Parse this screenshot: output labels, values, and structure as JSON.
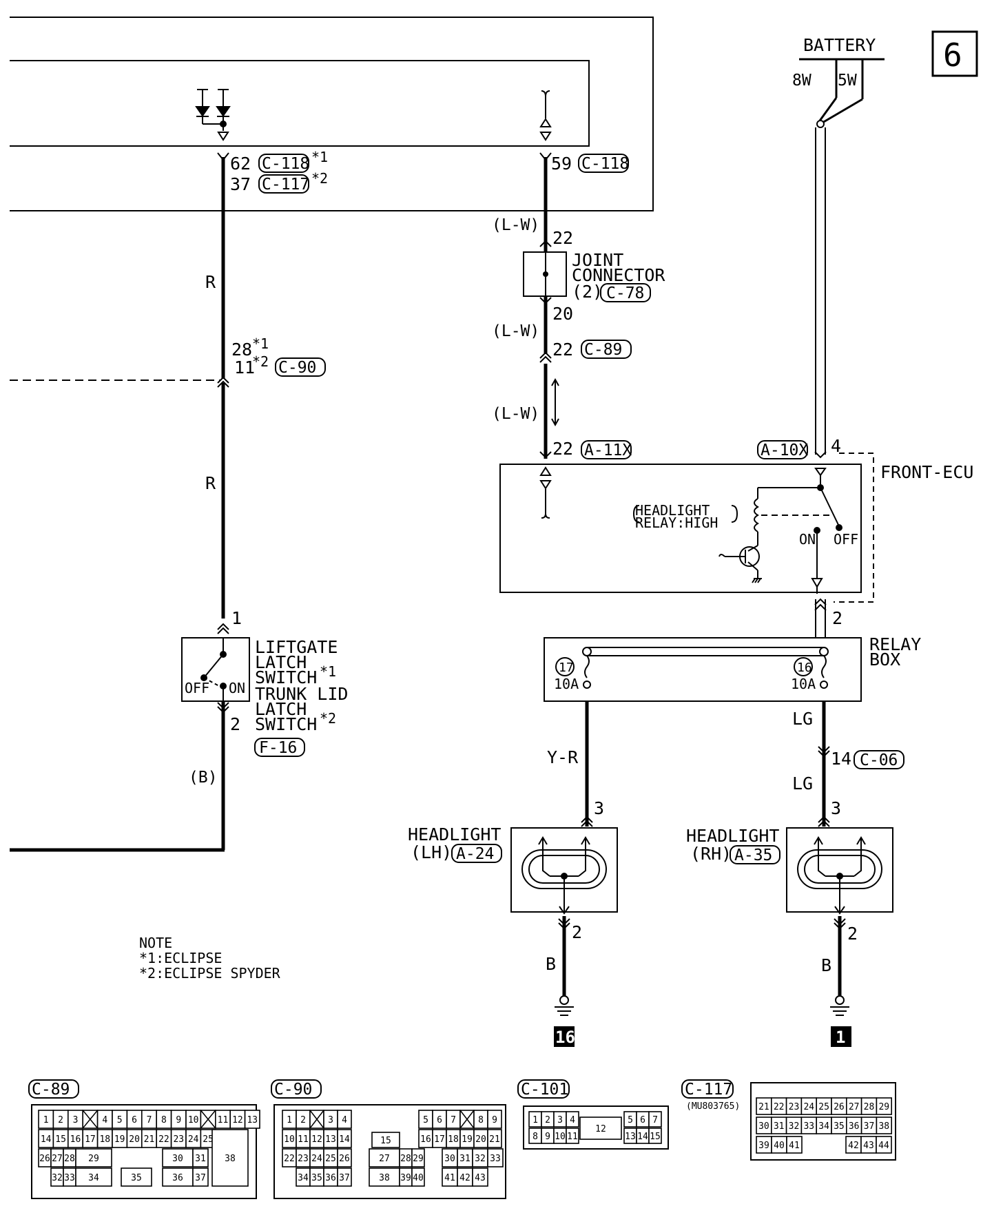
{
  "page_number": "6",
  "battery": {
    "label": "BATTERY",
    "fuse_left": "8W",
    "fuse_right": "5W"
  },
  "ecu_top": {
    "pin_a": "62",
    "conn_a": "C-118",
    "note_a": "*1",
    "pin_b": "37",
    "conn_b": "C-117",
    "note_b": "*2",
    "pin_c": "59",
    "conn_c": "C-118"
  },
  "wires": {
    "r": "R",
    "lw": "(L-W)",
    "b_paren": "(B)",
    "yr": "Y-R",
    "lg": "LG",
    "b": "B"
  },
  "joint_connector": {
    "line1": "JOINT",
    "line2": "CONNECTOR",
    "line3": "(2)",
    "conn": "C-78",
    "pin_in": "22",
    "pin_out": "20"
  },
  "c89": {
    "pin": "22",
    "conn": "C-89"
  },
  "c90": {
    "pin1": "28",
    "note1": "*1",
    "pin2": "11",
    "note2": "*2",
    "conn": "C-90"
  },
  "a11x": {
    "pin": "22",
    "conn": "A-11X"
  },
  "front_ecu": {
    "label": "FRONT-ECU",
    "conn": "A-10X",
    "pin_in": "4",
    "pin_out": "2",
    "relay_line1": "HEADLIGHT",
    "relay_line2": "RELAY:HIGH",
    "on": "ON",
    "off": "OFF"
  },
  "relay_box": {
    "line1": "RELAY",
    "line2": "BOX",
    "fuse_left_no": "17",
    "fuse_left_amp": "10A",
    "fuse_right_no": "16",
    "fuse_right_amp": "10A"
  },
  "c06": {
    "pin": "14",
    "conn": "C-06"
  },
  "liftgate": {
    "line1": "LIFTGATE",
    "line2": "LATCH",
    "line3": "SWITCH",
    "note1": "*1",
    "line4": "TRUNK LID",
    "line5": "LATCH",
    "line6": "SWITCH",
    "note2": "*2",
    "conn": "F-16",
    "pin_top": "1",
    "pin_bottom": "2",
    "off": "OFF",
    "on": "ON"
  },
  "headlight_lh": {
    "line1": "HEADLIGHT",
    "line2": "(LH)",
    "conn": "A-24",
    "pin_top": "3",
    "pin_bottom": "2",
    "ground": "16"
  },
  "headlight_rh": {
    "line1": "HEADLIGHT",
    "line2": "(RH)",
    "conn": "A-35",
    "pin_top": "3",
    "pin_bottom": "2",
    "ground": "1"
  },
  "note": {
    "title": "NOTE",
    "n1": "*1:ECLIPSE",
    "n2": "*2:ECLIPSE SPYDER"
  },
  "connector_views": {
    "c89": {
      "label": "C-89",
      "row1": [
        "1",
        "2",
        "3",
        "",
        "4",
        "5",
        "6",
        "7",
        "8",
        "9",
        "10",
        "",
        "11",
        "12",
        "13"
      ],
      "row2": [
        "14",
        "15",
        "16",
        "17",
        "18",
        "19",
        "20",
        "21",
        "22",
        "23",
        "24",
        "25"
      ],
      "row3": [
        "26",
        "27",
        "28",
        "29",
        "30",
        "31"
      ],
      "row4": [
        "32",
        "33",
        "34",
        "35",
        "36",
        "37"
      ],
      "big": "38"
    },
    "c90": {
      "label": "C-90",
      "row1": [
        "1",
        "2",
        "",
        "3",
        "4",
        "5",
        "6",
        "7",
        "",
        "8",
        "9"
      ],
      "row2": [
        "10",
        "11",
        "12",
        "13",
        "14",
        "15",
        "16",
        "17",
        "18",
        "19",
        "20",
        "21"
      ],
      "row3": [
        "22",
        "23",
        "24",
        "25",
        "26",
        "27",
        "28",
        "29",
        "30",
        "31",
        "32",
        "33"
      ],
      "row4": [
        "34",
        "35",
        "36",
        "37",
        "38",
        "39",
        "40",
        "41",
        "42",
        "43"
      ]
    },
    "c101": {
      "label": "C-101",
      "row1": [
        "1",
        "2",
        "3",
        "4",
        "5",
        "6",
        "7"
      ],
      "row2": [
        "8",
        "9",
        "10",
        "11",
        "13",
        "14",
        "15"
      ],
      "big": "12"
    },
    "c117": {
      "label": "C-117",
      "part": "(MU803765)",
      "row1": [
        "21",
        "22",
        "23",
        "24",
        "25",
        "26",
        "27",
        "28",
        "29"
      ],
      "row2": [
        "30",
        "31",
        "32",
        "33",
        "34",
        "35",
        "36",
        "37",
        "38"
      ],
      "row3": [
        "39",
        "40",
        "41",
        "42",
        "43",
        "44"
      ]
    }
  }
}
